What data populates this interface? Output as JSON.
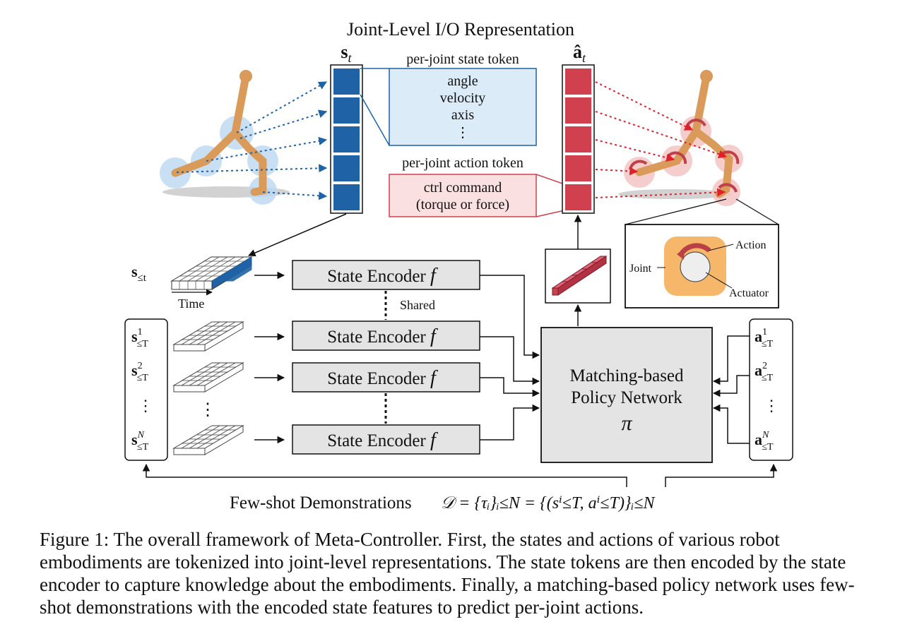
{
  "title": "Joint-Level I/O Representation",
  "state_vector_label": "s_t",
  "action_vector_label": "â_t",
  "state_token": {
    "heading": "per-joint state token",
    "lines": [
      "angle",
      "velocity",
      "axis",
      "⋮"
    ]
  },
  "action_token": {
    "heading": "per-joint action token",
    "lines": [
      "ctrl command",
      "(torque or force)"
    ]
  },
  "query_state_label": "s≤t",
  "time_label": "Time",
  "shared_label": "Shared",
  "encoder_label": "State Encoder",
  "encoder_symbol": "f",
  "policy": {
    "lines": [
      "Matching-based",
      "Policy Network"
    ],
    "symbol": "π"
  },
  "inset_labels": {
    "action": "Action",
    "joint": "Joint",
    "actuator": "Actuator"
  },
  "demo_states": {
    "first": "s",
    "second": "s",
    "last": "s",
    "sup1": "1",
    "sup2": "2",
    "supN": "N",
    "sub": "≤T",
    "dots": "⋮"
  },
  "demo_actions": {
    "first": "a",
    "second": "a",
    "last": "a",
    "sup1": "1",
    "sup2": "2",
    "supN": "N",
    "sub": "≤T",
    "dots": "⋮"
  },
  "grid_dots": "⋮",
  "demonstrations": {
    "label": "Few-shot Demonstrations",
    "formula": "𝒟 = {τᵢ}ᵢ≤N = {(sⁱ≤T, aⁱ≤T)}ᵢ≤N"
  },
  "caption": "Figure 1: The overall framework of Meta-Controller. First, the states and actions of various robot embodiments are tokenized into joint-level representations. The state tokens are then encoded by the state encoder to capture knowledge about the embodiments. Finally, a matching-based policy network uses few-shot demonstrations with the encoded state features to predict per-joint actions.",
  "colors": {
    "state_blue": "#1f63a6",
    "action_red": "#d0404e",
    "state_box_fill": "#dcebf8",
    "action_box_fill": "#fbe0e2",
    "encoder_fill": "#e4e4e4",
    "robot_body": "#d99a5a",
    "joint_blue": "#bcd7f0",
    "joint_red": "#f5c4c4",
    "inset_orange": "#f6b76a"
  }
}
